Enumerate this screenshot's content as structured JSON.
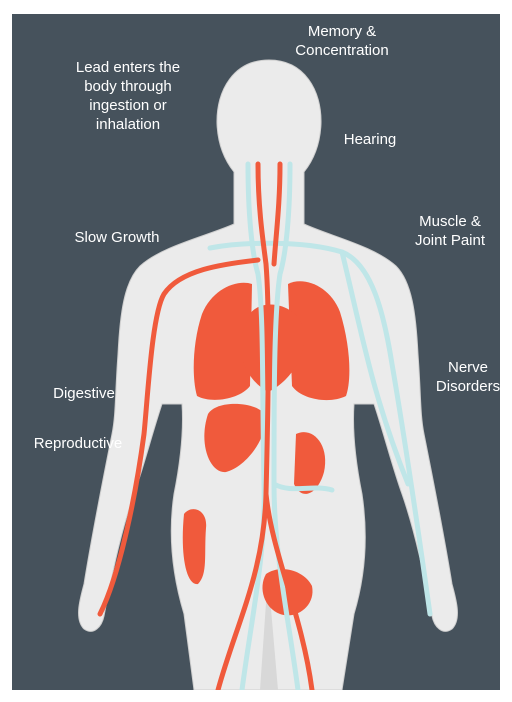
{
  "labels": {
    "memory": "Memory &\nConcentration",
    "lead": "Lead enters the\nbody through\ningestion or\ninhalation",
    "hearing": "Hearing",
    "slow_growth": "Slow Growth",
    "muscle": "Muscle &\nJoint Paint",
    "nerve": "Nerve\nDisorders",
    "digestive": "Digestive",
    "reproductive": "Reproductive"
  },
  "colors": {
    "background": "#46525c",
    "body": "#ebebeb",
    "arteries": "#f05a3c",
    "veins": "#bfe6e8",
    "label_text": "#ffffff"
  }
}
